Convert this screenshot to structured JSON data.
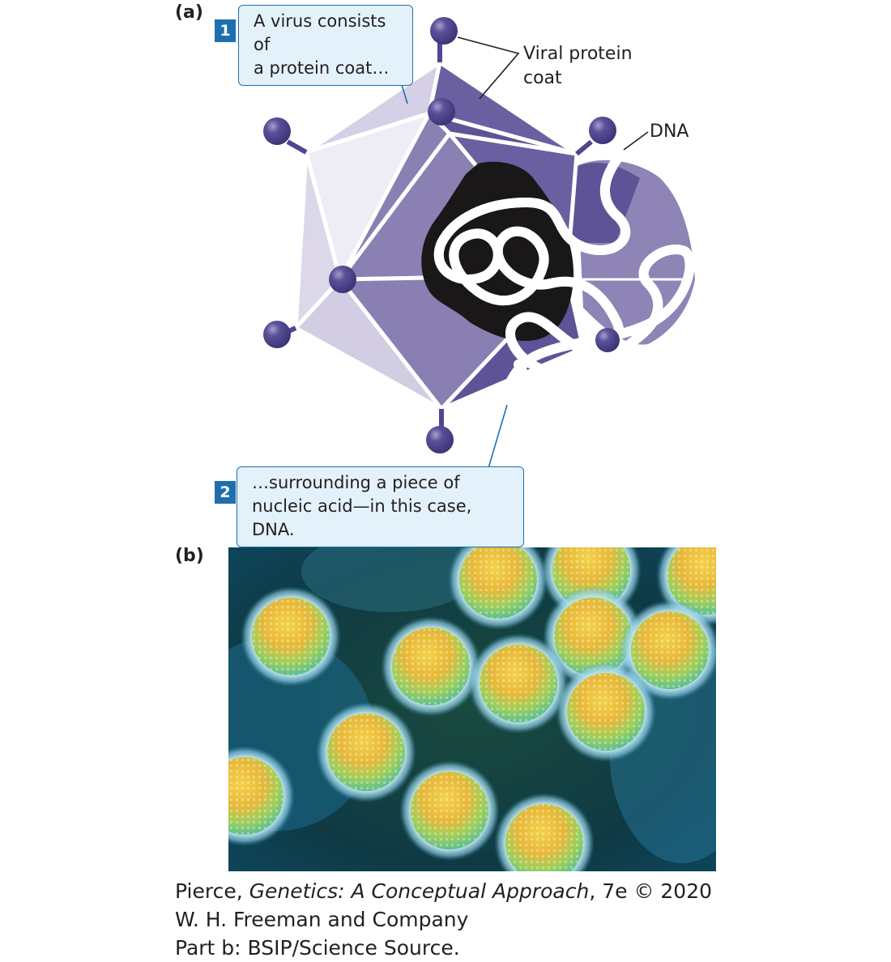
{
  "panel_a": {
    "label": "(a)",
    "step1": {
      "number": "1",
      "line1": "A virus consists of",
      "line2": "a protein coat…"
    },
    "step2": {
      "number": "2",
      "line1": "…surrounding a piece of",
      "line2": "nucleic acid—in this case, DNA."
    },
    "label_coat_line1": "Viral protein",
    "label_coat_line2": "coat",
    "label_dna": "DNA"
  },
  "panel_b": {
    "label": "(b)"
  },
  "credit": {
    "author": "Pierce, ",
    "title": "Genetics: A Conceptual Approach",
    "edition": ", 7e © 2020",
    "publisher": "W. H. Freeman and Company",
    "photo_credit": "Part b: BSIP/Science Source."
  },
  "colors": {
    "callout_border": "#1f6fae",
    "callout_fill": "#e3f1fa",
    "coat_light": "#d2cde2",
    "coat_mid": "#8a7fb3",
    "coat_dark": "#5e5396",
    "spike": "#4f4690",
    "dna_strand": "#7b98a4",
    "micrograph_bg": "#0e3a42",
    "virion_core": "#e8b838"
  }
}
